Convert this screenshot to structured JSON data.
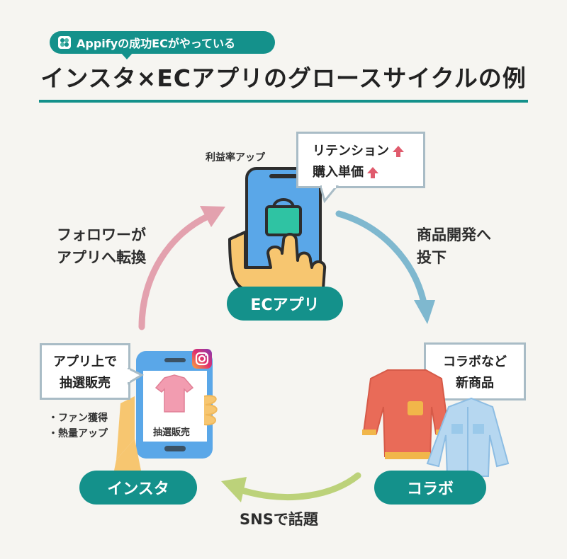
{
  "header": {
    "badge_text": "Appifyの成功ECがやっている",
    "title": "インスタ×ECアプリのグロースサイクルの例"
  },
  "nodes": {
    "ec_app": {
      "label": "ECアプリ",
      "note": "利益率アップ",
      "bubble": [
        "リテンション",
        "購入単価"
      ]
    },
    "collab": {
      "label": "コラボ",
      "bubble": [
        "コラボなど",
        "新商品"
      ]
    },
    "insta": {
      "label": "インスタ",
      "bubble": [
        "アプリ上で",
        "抽選販売"
      ],
      "screen_label": "抽選販売",
      "bullets": [
        "・ファン獲得",
        "・熱量アップ"
      ]
    }
  },
  "arrows": {
    "to_ec_app": [
      "フォロワーが",
      "アプリへ転換"
    ],
    "to_collab": [
      "商品開発へ",
      "投下"
    ],
    "to_insta": "SNSで話題"
  },
  "colors": {
    "teal": "#14918b",
    "pink_arrow": "#e3a1ae",
    "blue_arrow": "#7fb8cf",
    "green_arrow": "#bcd27a",
    "up_arrow": "#e05b6d"
  }
}
